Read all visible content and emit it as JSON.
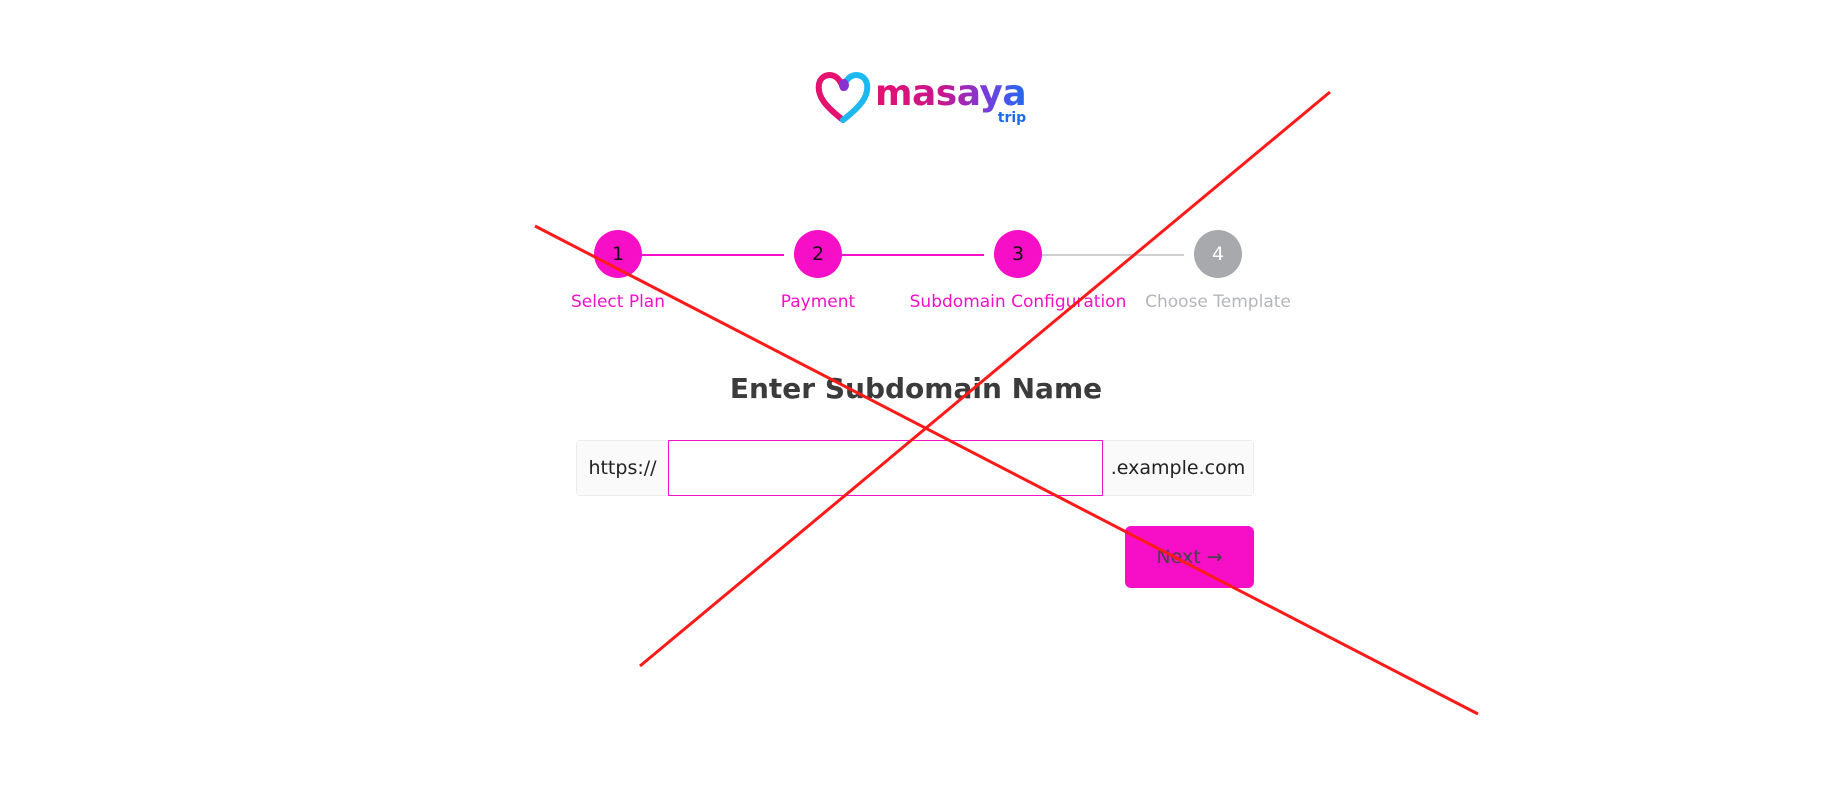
{
  "brand": {
    "word": "masaya",
    "sub": "trip",
    "colors": {
      "pink": "#e6106f",
      "purple": "#7b3bd8",
      "blue": "#1e6cf0"
    }
  },
  "stepper": {
    "active_color": "#f70fc8",
    "inactive_color": "#a7a9ad",
    "steps": [
      {
        "number": "1",
        "label": "Select Plan",
        "state": "complete"
      },
      {
        "number": "2",
        "label": "Payment",
        "state": "complete"
      },
      {
        "number": "3",
        "label": "Subdomain Configuration",
        "state": "active"
      },
      {
        "number": "4",
        "label": "Choose Template",
        "state": "inactive"
      }
    ]
  },
  "form": {
    "heading": "Enter Subdomain Name",
    "prefix": "https://",
    "suffix": ".example.com",
    "subdomain_value": "",
    "subdomain_placeholder": ""
  },
  "actions": {
    "next_label": "Next",
    "next_icon": "arrow-right-icon",
    "next_glyph": "→",
    "button_color": "#f70fc8"
  },
  "overlay": {
    "icon": "red-x-mark",
    "color": "#ff1a1a"
  }
}
